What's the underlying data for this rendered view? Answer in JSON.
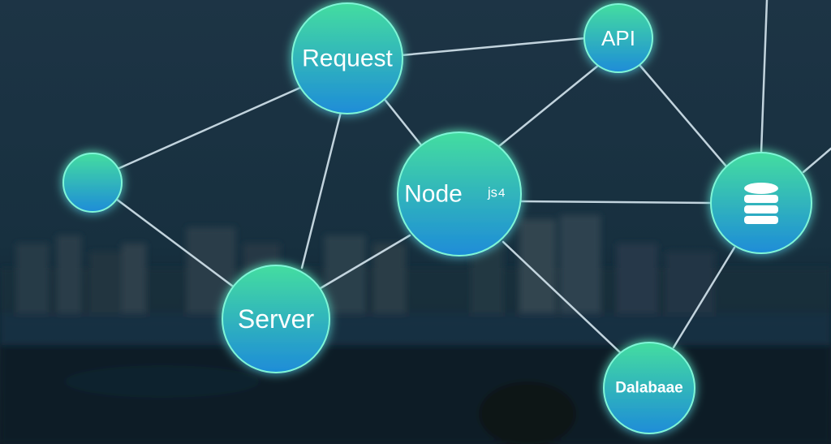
{
  "nodes": {
    "request": {
      "label": "Request"
    },
    "api": {
      "label": "API"
    },
    "left": {
      "label": ""
    },
    "node": {
      "label": "Node",
      "glyph": "ʲˢ⁴"
    },
    "database_icon": {
      "icon": "database-icon"
    },
    "server": {
      "label": "Server"
    },
    "database": {
      "label": "Dalabaae"
    }
  },
  "colors": {
    "node_top": "#3fd9a4",
    "node_bottom": "#1f8fd6",
    "edge": "#d6e6ef",
    "glow": "#6ff2d0",
    "sky_top": "#1b3142",
    "sky_bottom": "#0d2231"
  }
}
